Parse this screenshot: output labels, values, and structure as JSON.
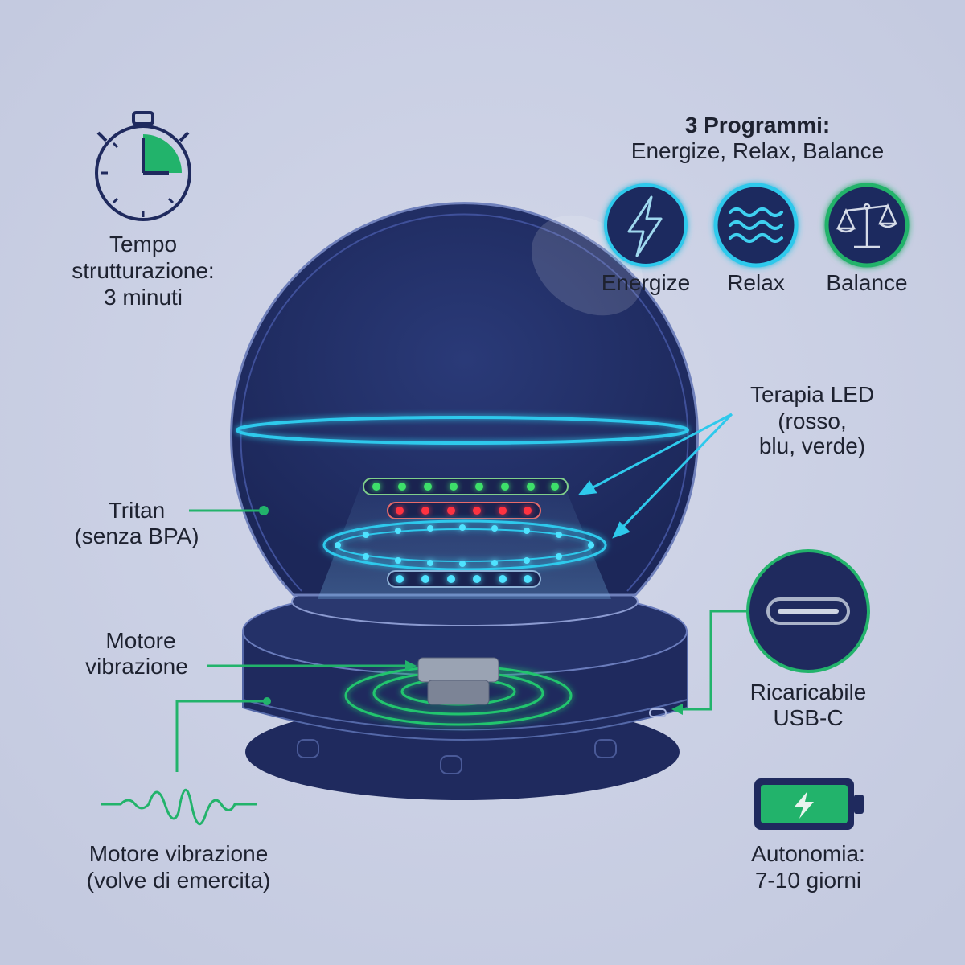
{
  "colors": {
    "background": "#c9cee3",
    "navy": "#1f2a5e",
    "green": "#22b36b",
    "cyan": "#2ec9ec",
    "red": "#e8323a"
  },
  "timer": {
    "icon": "stopwatch-icon",
    "lines": [
      "Tempo",
      "strutturazione:",
      "3 minuti"
    ]
  },
  "programs": {
    "title": "3 Programmi:",
    "subtitle": "Energize, Relax, Balance",
    "items": [
      {
        "label": "Energize",
        "icon": "lightning-icon"
      },
      {
        "label": "Relax",
        "icon": "waves-icon"
      },
      {
        "label": "Balance",
        "icon": "scales-icon"
      }
    ]
  },
  "led": {
    "lines": [
      "Terapia LED",
      "(rosso,",
      "blu, verde)"
    ]
  },
  "tritan": {
    "lines": [
      "Tritan",
      "(senza BPA)"
    ]
  },
  "motor": {
    "lines": [
      "Motore",
      "vibrazione"
    ]
  },
  "usb": {
    "icon": "usb-c-icon",
    "lines": [
      "Ricaricabile",
      "USB-C"
    ]
  },
  "battery": {
    "icon": "battery-charging-icon",
    "lines": [
      "Autonomia:",
      "7-10 giorni"
    ]
  },
  "wave": {
    "icon": "vibration-wave-icon",
    "lines": [
      "Motore vibrazione",
      "(volve di emercita)"
    ]
  }
}
